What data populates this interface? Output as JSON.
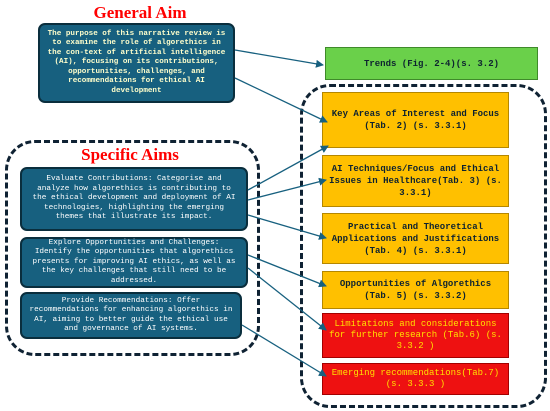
{
  "general_aim": {
    "title": "General Aim",
    "text": "The purpose of this narrative review is to examine the role of algorethics in the con-text of artificial intelligence (AI), focusing on its contributions, opportunities, challenges, and recommendations for ethical AI development"
  },
  "specific_aims": {
    "title": "Specific Aims",
    "items": [
      "Evaluate Contributions: Categorise and analyze how algorethics is contributing to the ethical development and deployment of AI technologies, highlighting the emerging themes that illustrate its impact.",
      "Explore Opportunities and Challenges: Identify the opportunities that algorethics presents for improving AI ethics, as well as the key challenges that still need to be addressed.",
      "Provide Recommendations: Offer recommendations for enhancing algorethics in AI, aiming to better guide the ethical use and governance of AI systems."
    ]
  },
  "trends": "Trends (Fig. 2-4)(s. 3.2)",
  "results": [
    {
      "text": "Key Areas of Interest and Focus (Tab. 2) (s. 3.3.1)",
      "color": "#ffc000"
    },
    {
      "text": "AI Techniques/Focus and Ethical Issues in Healthcare(Tab. 3) (s. 3.3.1)",
      "color": "#ffc000"
    },
    {
      "text": "Practical and Theoretical Applications and Justifications (Tab. 4) (s. 3.3.1)",
      "color": "#ffc000"
    },
    {
      "text": "Opportunities of Algorethics (Tab. 5) (s. 3.3.2)",
      "color": "#ffc000"
    },
    {
      "text": "Limitations and considerations for further research (Tab.6) (s. 3.3.2 )",
      "color": "#ee1111"
    },
    {
      "text": "Emerging recommendations(Tab.7) (s. 3.3.3 )",
      "color": "#ee1111"
    }
  ]
}
